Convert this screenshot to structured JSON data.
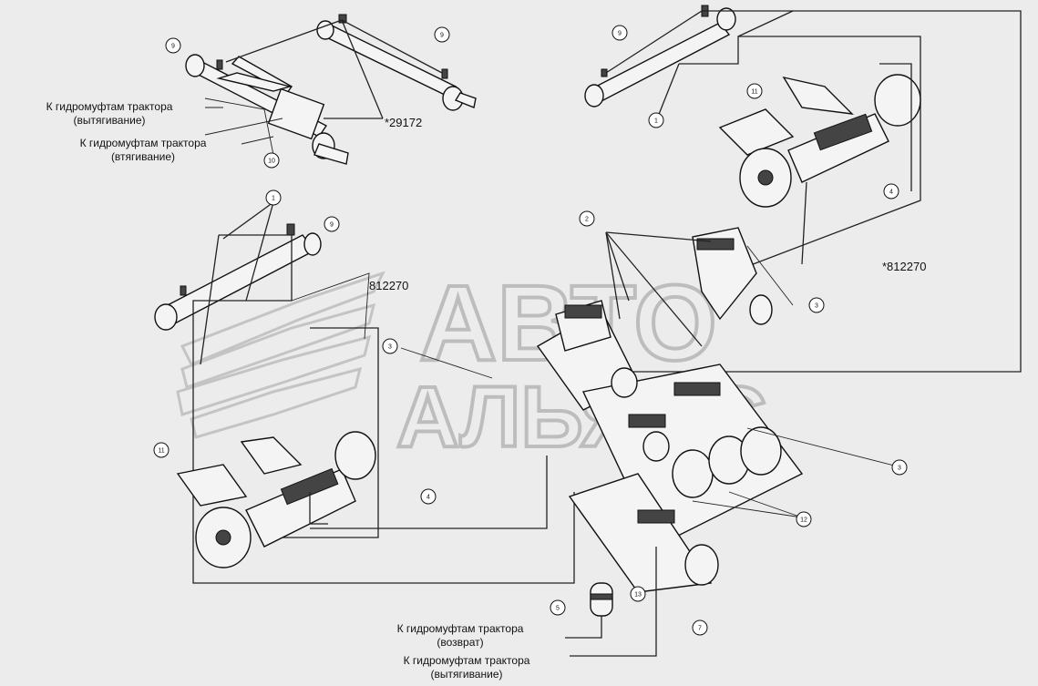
{
  "labels": {
    "top_pull": "К гидромуфтам трактора",
    "top_pull_sub": "(вытягивание)",
    "top_push": "К гидромуфтам трактора",
    "top_push_sub": "(втягивание)",
    "bottom_return": "К гидромуфтам трактора",
    "bottom_return_sub": "(возврат)",
    "bottom_pull": "К гидромуфтам трактора",
    "bottom_pull_sub": "(вытягивание)"
  },
  "refs": {
    "r1": "*29172",
    "r2": "*812270",
    "r3": "812270"
  },
  "watermark": {
    "line1": "АВТО",
    "line2": "АЛЬЯНС"
  },
  "callouts": [
    {
      "id": "c1",
      "num": "9"
    },
    {
      "id": "c2",
      "num": "9"
    },
    {
      "id": "c3",
      "num": "10"
    },
    {
      "id": "c4",
      "num": "9"
    },
    {
      "id": "c5",
      "num": "1"
    },
    {
      "id": "c6",
      "num": "11"
    },
    {
      "id": "c7",
      "num": "4"
    },
    {
      "id": "c8",
      "num": "2"
    },
    {
      "id": "c9",
      "num": "3"
    },
    {
      "id": "c10",
      "num": "1"
    },
    {
      "id": "c11",
      "num": "9"
    },
    {
      "id": "c12",
      "num": "3"
    },
    {
      "id": "c13",
      "num": "11"
    },
    {
      "id": "c14",
      "num": "4"
    },
    {
      "id": "c15",
      "num": "3"
    },
    {
      "id": "c16",
      "num": "12"
    },
    {
      "id": "c17",
      "num": "5"
    },
    {
      "id": "c18",
      "num": "13"
    },
    {
      "id": "c19",
      "num": "7"
    }
  ]
}
